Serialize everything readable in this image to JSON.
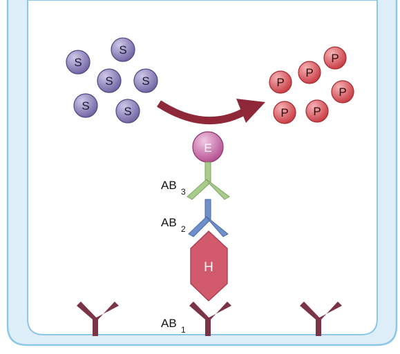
{
  "colors": {
    "well_fill": "#ddeef9",
    "well_stroke": "#8cc7ea",
    "substrate": "#8a7fb5",
    "product": "#de5a63",
    "arrow": "#8e2838",
    "enzyme": "#c35fa0",
    "ab3": "#a9cc8a",
    "ab2": "#6e8fc9",
    "hormone": "#d25a6d",
    "ab1": "#7b3346"
  },
  "substrates": [
    "S",
    "S",
    "S",
    "S",
    "S",
    "S"
  ],
  "products": [
    "P",
    "P",
    "P",
    "P",
    "P",
    "P"
  ],
  "enzyme": {
    "label": "E"
  },
  "hormone": {
    "label": "H"
  },
  "antibodies": {
    "ab3": {
      "base": "AB",
      "sub": "3"
    },
    "ab2": {
      "base": "AB",
      "sub": "2"
    },
    "ab1": {
      "base": "AB",
      "sub": "1"
    }
  }
}
